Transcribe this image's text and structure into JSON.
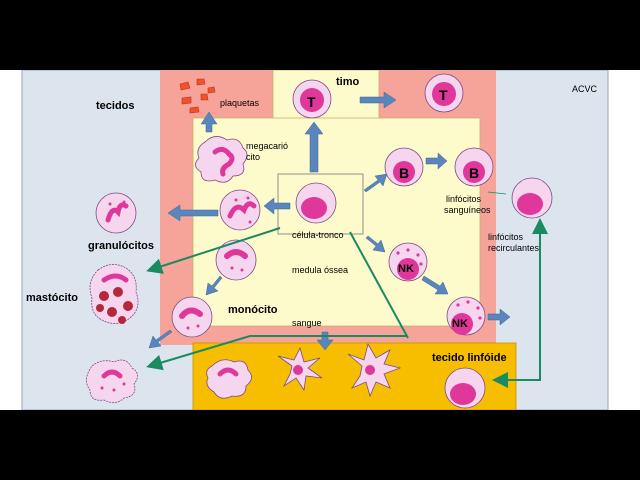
{
  "corner_label": "ACVC",
  "labels": {
    "tecidos": "tecidos",
    "plaquetas": "plaquetas",
    "timo": "timo",
    "megacariocito_1": "megacarió",
    "megacariocito_2": "cito",
    "celula_tronco": "célula-tronco",
    "medula_ossea": "medula óssea",
    "granulocitos": "granulócitos",
    "mastocito": "mastócito",
    "monocito": "monócito",
    "sangue": "sangue",
    "linf_sanguineos_1": "linfócitos",
    "linf_sanguineos_2": "sanguíneos",
    "linf_recirculantes_1": "linfócitos",
    "linf_recirculantes_2": "recirculantes",
    "tecido_linfoide": "tecido linfóide"
  },
  "cell_letters": {
    "T": "T",
    "B": "B",
    "NK": "NK"
  },
  "colors": {
    "tissue_bg": "#dce4ee",
    "blood_zone": "#f6a39a",
    "marrow_zone": "#fdfbcb",
    "lymphoid_tissue": "#f7be00",
    "cell_fill": "#f6d6ee",
    "nucleus": "#e0389a",
    "arrow_blue": "#5a86bd",
    "arrow_green": "#1a8a62"
  }
}
